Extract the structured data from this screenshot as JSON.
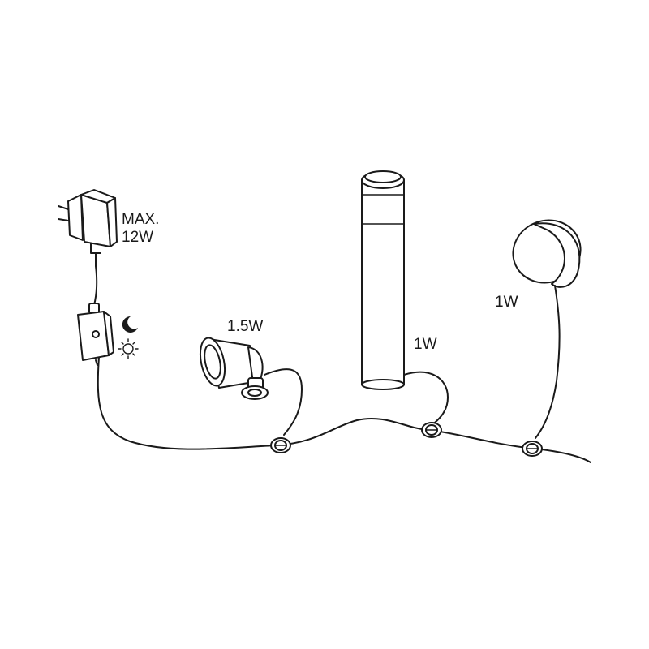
{
  "labels": {
    "transformer_max": "MAX.",
    "transformer_power": "12W",
    "spotlight_power": "1.5W",
    "bollard_power": "1W",
    "wall_light_power": "1W"
  },
  "icons": {
    "night_mode": "moon-icon",
    "day_mode": "sun-icon"
  },
  "colors": {
    "line": "#1a1a1a",
    "background": "#ffffff"
  }
}
